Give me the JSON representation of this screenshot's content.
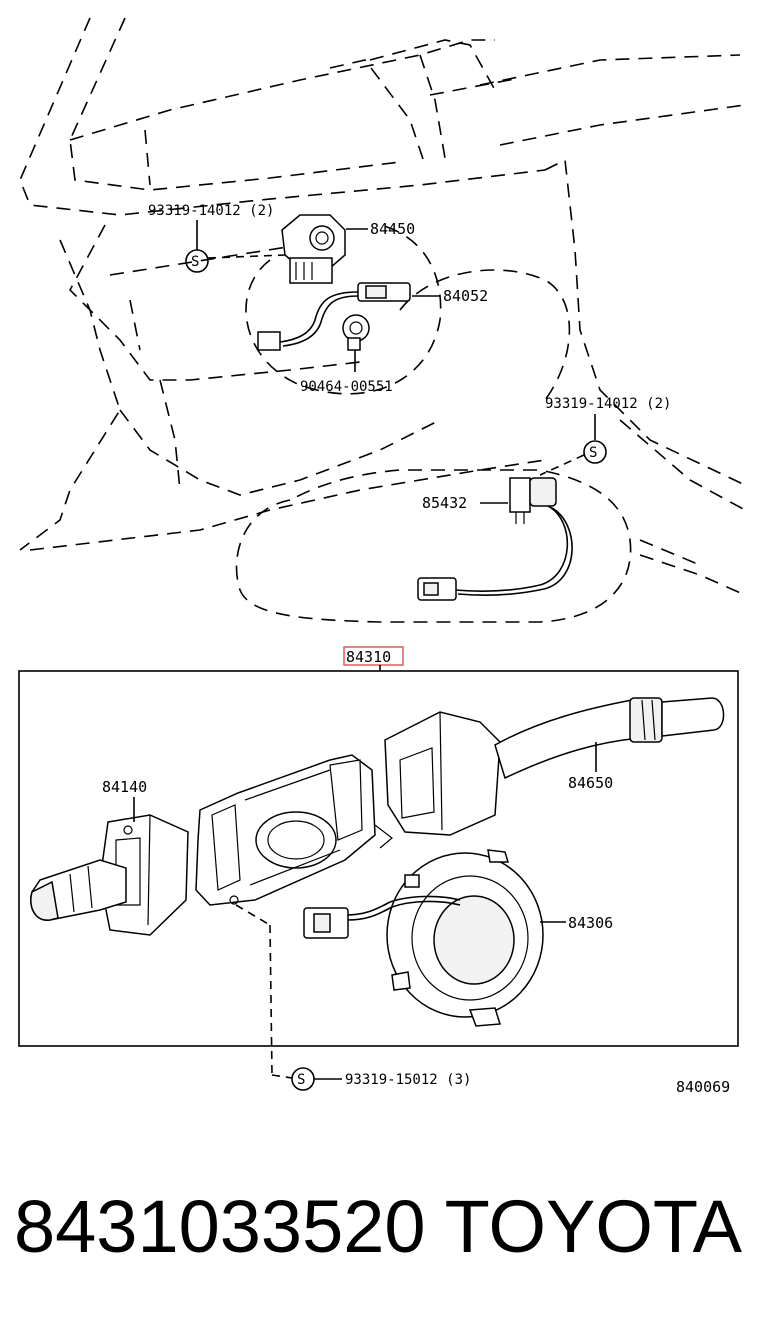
{
  "callouts": {
    "screw_top_left": "93319-14012 (2)",
    "p84450": "84450",
    "p84052": "84052",
    "p90464": "90464-00551",
    "screw_right": "93319-14012 (2)",
    "p85432": "85432",
    "assembly": "84310",
    "p84140": "84140",
    "p84650": "84650",
    "p84306": "84306",
    "screw_bottom": "93319-15012 (3)",
    "figure_code": "840069",
    "screw_symbol": "S"
  },
  "footer": {
    "part_number": "8431033520",
    "brand": "TOYOTA"
  },
  "colors": {
    "highlight_box": "#d9534f"
  }
}
